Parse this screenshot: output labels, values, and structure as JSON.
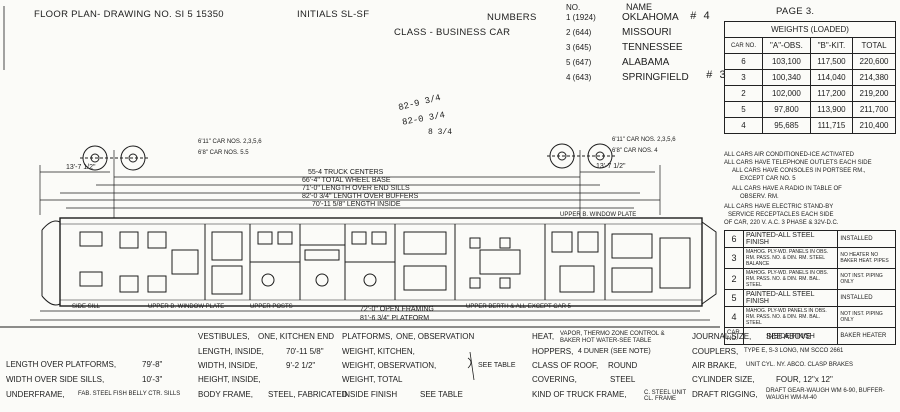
{
  "header": {
    "floor_plan": "FLOOR PLAN- DRAWING NO. SI 5 15350",
    "initials": "INITIALS SL-SF",
    "numbers": "NUMBERS",
    "class": "CLASS - BUSINESS CAR",
    "page": "PAGE 3.",
    "no_label": "NO.",
    "name_label": "NAME"
  },
  "cars": [
    {
      "no": "1 (1924)",
      "name": "OKLAHOMA"
    },
    {
      "no": "2 (644)",
      "name": "MISSOURI"
    },
    {
      "no": "3 (645)",
      "name": "TENNESSEE"
    },
    {
      "no": "5 (647)",
      "name": "ALABAMA"
    },
    {
      "no": "4 (643)",
      "name": "SPRINGFIELD"
    }
  ],
  "handwritten": {
    "mark_4": "# 4",
    "mark_3": "# 3",
    "note_1": "82-9 3/4",
    "note_2": "82-0 3/4",
    "note_3": "8 3/4"
  },
  "weights": {
    "title": "WEIGHTS (LOADED)",
    "columns": [
      "CAR NO.",
      "\"A\"-OBS.",
      "\"B\"-KIT.",
      "TOTAL"
    ],
    "rows": [
      [
        "6",
        "103,100",
        "117,500",
        "220,600"
      ],
      [
        "3",
        "100,340",
        "114,040",
        "214,380"
      ],
      [
        "2",
        "102,000",
        "117,200",
        "219,200"
      ],
      [
        "5",
        "97,800",
        "113,900",
        "211,700"
      ],
      [
        "4",
        "95,685",
        "111,715",
        "210,400"
      ]
    ]
  },
  "notes": [
    "ALL CARS AIR CONDITIONED-ICE ACTIVATED",
    "ALL CARS HAVE TELEPHONE OUTLETS EACH SIDE",
    "ALL CARS HAVE CONSOLES IN PORTSEE RM.,",
    "EXCEPT CAR NO. 5",
    "ALL CARS HAVE A RADIO IN TABLE OF",
    "OBSERV. RM.",
    "ALL CARS HAVE ELECTRIC STAND-BY",
    "SERVICE RECEPTACLES EACH SIDE",
    "OF CAR, 220 V. A.C. 3 PHASE & 32V-D.C."
  ],
  "finish": {
    "rows": [
      {
        "no": "6",
        "text": "PAINTED-ALL STEEL FINISH",
        "status": "INSTALLED"
      },
      {
        "no": "3",
        "text": "MAHOG. PLY-WD. PANELS IN OBS. RM. PASS. NO. & DIN. RM. STEEL BALANCE",
        "status": "NO HEATER NO BAKER HEAT. PIPES"
      },
      {
        "no": "2",
        "text": "MAHOG. PLY-WD. PANELS IN OBS. RM. PASS. NO. & DIN. RM. BAL. STEEL",
        "status": "NOT INST. PIPING ONLY"
      },
      {
        "no": "5",
        "text": "PAINTED-ALL STEEL FINISH",
        "status": "INSTALLED"
      },
      {
        "no": "4",
        "text": "MAHOG. PLY-WD PANELS IN OBS. RM. PASS. NO. & DIN. RM. BAL. STEEL",
        "status": "NOT INST. PIPING ONLY"
      }
    ],
    "foot_car": "CAR NO.",
    "foot_finish": "INSIDE FINISH",
    "foot_heater": "BAKER HEATER"
  },
  "truck_labels": {
    "left_top": "6'11\" CAR NOS. 2,3,5,6",
    "left_bottom": "6'8\" CAR NOS. 5.5",
    "right_top": "6'11\" CAR NOS. 2,3,5,6",
    "right_bottom": "6'8\" CAR NOS. 4"
  },
  "dimensions": {
    "truck_centers": "55-4 TRUCK CENTERS",
    "wheel_base": "66'-4\" TOTAL WHEEL BASE",
    "end_sills": "71'-0\" LENGTH OVER END SILLS",
    "buffers": "82'-0 3/4\" LENGTH OVER BUFFERS",
    "inside": "70'-11 5/8\" LENGTH INSIDE",
    "left_end": "13'-7 1/2\"",
    "right_end": "13'-7 1/2\"",
    "bottom_1": "72'-0\" OPEN FRAMING",
    "bottom_2": "81'-6 3/4\" PLATFORM"
  },
  "plan_labels": {
    "upper_plate": "UPPER B. WINDOW PLATE",
    "lower_plate": "UPPER B. WINDOW PLATE",
    "bottom_note": "UPPER BERTH & ALL EXCEPT CAR 5",
    "upper_posts": "UPPER POSTS",
    "side_sill": "SIDE SILL"
  },
  "specs": {
    "col1": [
      {
        "label": "LENGTH OVER PLATFORMS,",
        "value": "79'-8\""
      },
      {
        "label": "WIDTH OVER SIDE SILLS,",
        "value": "10'-3\""
      },
      {
        "label": "UNDERFRAME,",
        "value": "FAB. STEEL FISH BELLY CTR. SILLS"
      }
    ],
    "col2": [
      {
        "label": "VESTIBULES,",
        "value": "ONE, KITCHEN END"
      },
      {
        "label": "LENGTH, INSIDE,",
        "value": "70'-11 5/8\""
      },
      {
        "label": "WIDTH, INSIDE,",
        "value": "9'-2 1/2\""
      },
      {
        "label": "HEIGHT, INSIDE,",
        "value": ""
      },
      {
        "label": "BODY FRAME,",
        "value": "STEEL, FABRICATED"
      }
    ],
    "col3": [
      {
        "label": "PLATFORMS,",
        "value": "ONE, OBSERVATION"
      },
      {
        "label": "WEIGHT, KITCHEN,",
        "value": ""
      },
      {
        "label": "WEIGHT, OBSERVATION,",
        "value": "SEE TABLE"
      },
      {
        "label": "WEIGHT, TOTAL",
        "value": ""
      },
      {
        "label": "INSIDE FINISH",
        "value": "SEE TABLE"
      }
    ],
    "col4": [
      {
        "label": "HEAT,",
        "value": "VAPOR, THERMO ZONE CONTROL & BAKER HOT WATER-SEE TABLE"
      },
      {
        "label": "HOPPERS,",
        "value": "4 DUNER (SEE NOTE)"
      },
      {
        "label": "CLASS OF ROOF,",
        "value": "ROUND"
      },
      {
        "label": "COVERING,",
        "value": "STEEL"
      },
      {
        "label": "KIND OF TRUCK FRAME,",
        "value": "C. STEEL UNIT CL. FRAME"
      }
    ],
    "col5": [
      {
        "label": "JOURNAL SIZE,",
        "value": "SEE ABOVE"
      },
      {
        "label": "COUPLERS,",
        "value": "TYPE E, S-3 LONG, NM SCCO 2661"
      },
      {
        "label": "AIR BRAKE,",
        "value": "UNIT CYL. NY. ABCO. CLASP BRAKES"
      },
      {
        "label": "CYLINDER SIZE,",
        "value": "FOUR, 12\"x 12\""
      },
      {
        "label": "DRAFT RIGGING,",
        "value": "DRAFT GEAR-WAUGH WM 6-90, BUFFER-WAUGH WM-M-40"
      }
    ]
  }
}
